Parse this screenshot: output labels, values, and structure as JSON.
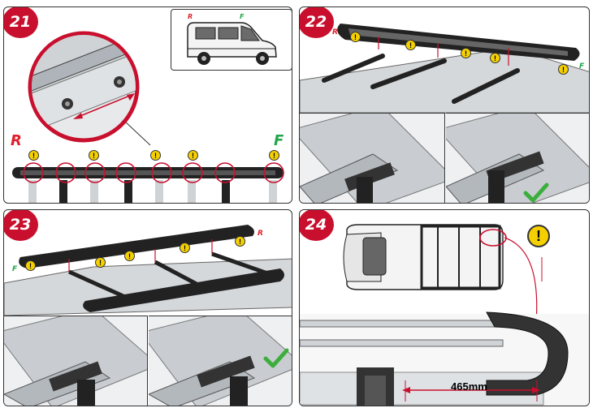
{
  "steps": {
    "s21": "21",
    "s22": "22",
    "s23": "23",
    "s24": "24"
  },
  "markers": {
    "rear": "R",
    "front": "F",
    "attention": "!"
  },
  "measurement": {
    "distance": "465mm"
  },
  "colors": {
    "badge": "#c8102e",
    "rear": "#e0202c",
    "front": "#22a64a",
    "warning": "#f5d000",
    "check": "#3cae3c"
  },
  "icons": [
    "check-icon",
    "warning-icon",
    "double-arrow-icon",
    "magnifier-circle"
  ]
}
